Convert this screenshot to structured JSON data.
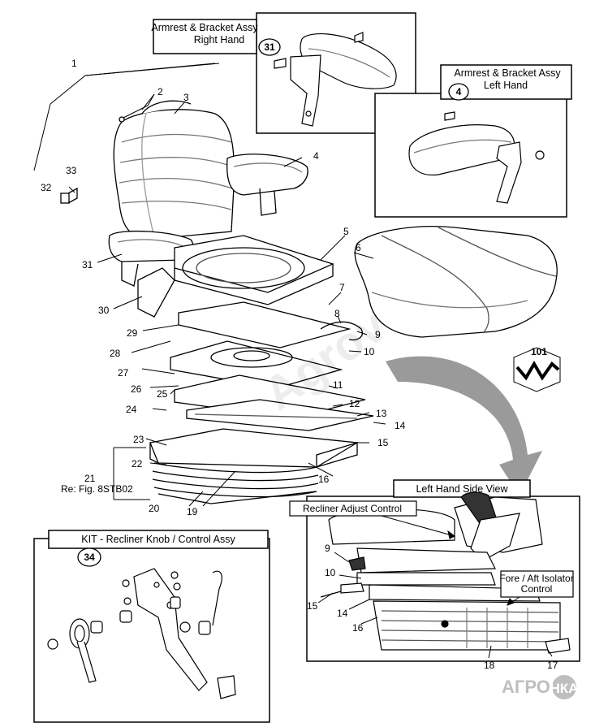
{
  "diagram": {
    "kind": "exploded parts view",
    "subject": "Operator seat assembly"
  },
  "callouts": {
    "c1": "1",
    "c2": "2",
    "c3": "3",
    "c4": "4",
    "c5": "5",
    "c6": "6",
    "c7": "7",
    "c8": "8",
    "c9": "9",
    "c10": "10",
    "c11": "11",
    "c12": "12",
    "c13": "13",
    "c14": "14",
    "c15": "15",
    "c16": "16",
    "c19": "19",
    "c20": "20",
    "c21": "21",
    "c22": "22",
    "c23": "23",
    "c24": "24",
    "c25": "25",
    "c26": "26",
    "c27": "27",
    "c28": "28",
    "c29": "29",
    "c30": "30",
    "c31": "31",
    "c32": "32",
    "c33": "33"
  },
  "reference_note": "Re: Fig. 8STB02",
  "panels": {
    "armrest_right": {
      "title_line1": "Armrest & Bracket Assy",
      "title_line2": "Right Hand",
      "badge": "31"
    },
    "armrest_left": {
      "title_line1": "Armrest & Bracket Assy",
      "title_line2": "Left Hand",
      "badge": "4"
    },
    "recliner_kit": {
      "title": "KIT - Recliner Knob / Control Assy",
      "badge": "34"
    },
    "side_view": {
      "title": "Left Hand Side View",
      "recliner_label": "Recliner Adjust Control",
      "isolator_label_line1": "Fore / Aft  Isolator",
      "isolator_label_line2": "Control",
      "callouts": {
        "c9": "9",
        "c10": "10",
        "c14": "14",
        "c15": "15",
        "c16": "16",
        "c17": "17",
        "c18": "18"
      }
    }
  },
  "symbol_badge": "101",
  "watermark": {
    "text": "АГРО",
    "logo_text": "НКА",
    "diagonal_text": "Agrov"
  }
}
